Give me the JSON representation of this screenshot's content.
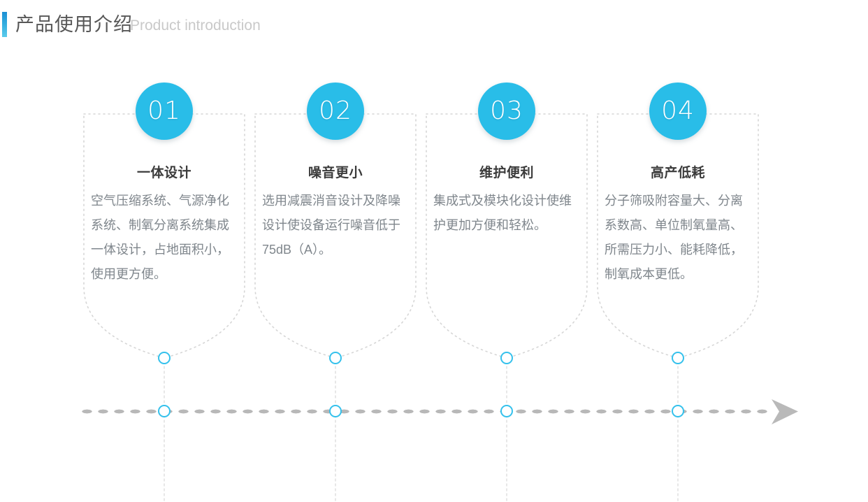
{
  "header": {
    "title_cn": "产品使用介绍",
    "title_en": "Product introduction",
    "accent_color_top": "#1b8fd4",
    "accent_color_bottom": "#5ccbeb"
  },
  "theme": {
    "accent": "#29bde8",
    "ring_stroke": "#35c1ec",
    "dot_gray": "#b8b8b8",
    "card_border": "#d6d6d6",
    "body_text": "#7f868c",
    "title_text": "#3b3b3b"
  },
  "cards": [
    {
      "number": "01",
      "title": "一体设计",
      "body": "空气压缩系统、气源净化系统、制氧分离系统集成一体设计，占地面积小，使用更方便。"
    },
    {
      "number": "02",
      "title": "噪音更小",
      "body": "选用减震消音设计及降噪设计使设备运行噪音低于75dB（A）。"
    },
    {
      "number": "03",
      "title": "维护便利",
      "body": "集成式及模块化设计使维护更加方便和轻松。"
    },
    {
      "number": "04",
      "title": "高产低耗",
      "body": "分子筛吸附容量大、分离系数高、单位制氧量高、所需压力小、能耗降低，制氧成本更低。"
    }
  ],
  "timeline": {
    "arrow_label": "forward-arrow",
    "node_count": 4
  }
}
